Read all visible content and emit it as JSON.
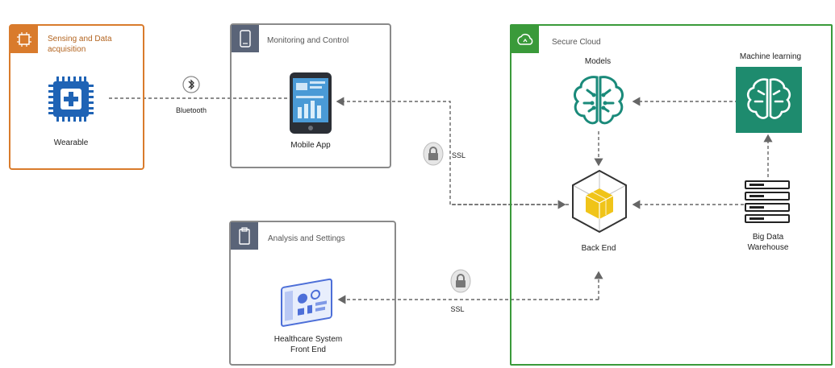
{
  "groups": {
    "sensing": {
      "title": "Sensing and Data acquisition"
    },
    "monitoring": {
      "title": "Monitoring and Control"
    },
    "analysis": {
      "title": "Analysis and Settings"
    },
    "cloud": {
      "title": "Secure Cloud"
    }
  },
  "nodes": {
    "wearable": "Wearable",
    "mobile_app": "Mobile App",
    "models": "Models",
    "machine_learning": "Machine learning",
    "back_end": "Back End",
    "big_data_line1": "Big Data",
    "big_data_line2": "Warehouse",
    "healthcare_line1": "Healthcare System",
    "healthcare_line2": "Front End"
  },
  "connections": {
    "bluetooth": "Bluetooth",
    "ssl_top": "SSL",
    "ssl_bottom": "SSL"
  },
  "colors": {
    "orange": "#d97b2c",
    "slate": "#5a6478",
    "green": "#3a9a3a",
    "chip_blue": "#1f63b5",
    "brain_teal": "#1a8a7a",
    "ml_teal": "#1e8b6e",
    "gold": "#f0c419"
  }
}
